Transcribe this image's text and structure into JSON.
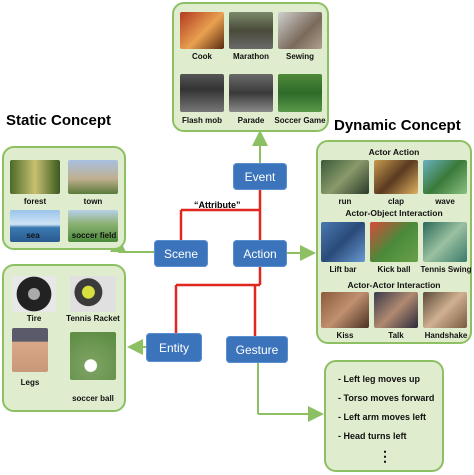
{
  "headings": {
    "static": "Static Concept",
    "dynamic": "Dynamic Concept"
  },
  "nodes": {
    "event": "Event",
    "scene": "Scene",
    "action": "Action",
    "entity": "Entity",
    "gesture": "Gesture"
  },
  "attribute_label": "“Attribute”",
  "event_panel": [
    "Cook",
    "Marathon",
    "Sewing",
    "Flash mob",
    "Parade",
    "Soccer Game"
  ],
  "scene_panel": [
    "forest",
    "town",
    "sea",
    "soccer field"
  ],
  "entity_panel": [
    "Tire",
    "Tennis Racket",
    "Legs",
    "soccer ball"
  ],
  "action_panel": {
    "actor_action": {
      "title": "Actor Action",
      "items": [
        "run",
        "clap",
        "wave"
      ]
    },
    "actor_object": {
      "title": "Actor-Object Interaction",
      "items": [
        "Lift bar",
        "Kick ball",
        "Tennis Swing"
      ]
    },
    "actor_actor": {
      "title": "Actor-Actor Interaction",
      "items": [
        "Kiss",
        "Talk",
        "Handshake"
      ]
    }
  },
  "gesture_panel": [
    "- Left leg moves up",
    "- Torso moves forward",
    "- Left arm moves left",
    "- Head turns left"
  ],
  "gesture_more": "⋮",
  "colors": {
    "node": "#3b74ba",
    "panel_fill": "#dfeccd",
    "panel_border": "#8cc063",
    "red_link": "#e0261f",
    "green_arrow": "#8cc063"
  }
}
